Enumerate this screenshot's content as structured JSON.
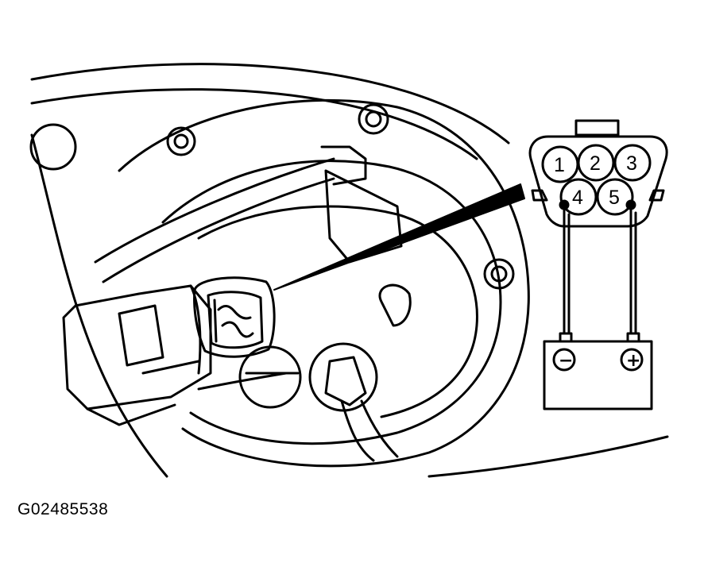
{
  "figure": {
    "code": "G02485538"
  },
  "connector_pins": [
    {
      "id": "1",
      "label": "1"
    },
    {
      "id": "2",
      "label": "2"
    },
    {
      "id": "3",
      "label": "3"
    },
    {
      "id": "4",
      "label": "4"
    },
    {
      "id": "5",
      "label": "5"
    }
  ],
  "battery": {
    "negative_symbol": "−",
    "positive_symbol": "+"
  },
  "colors": {
    "line": "#000000",
    "background": "#ffffff"
  }
}
